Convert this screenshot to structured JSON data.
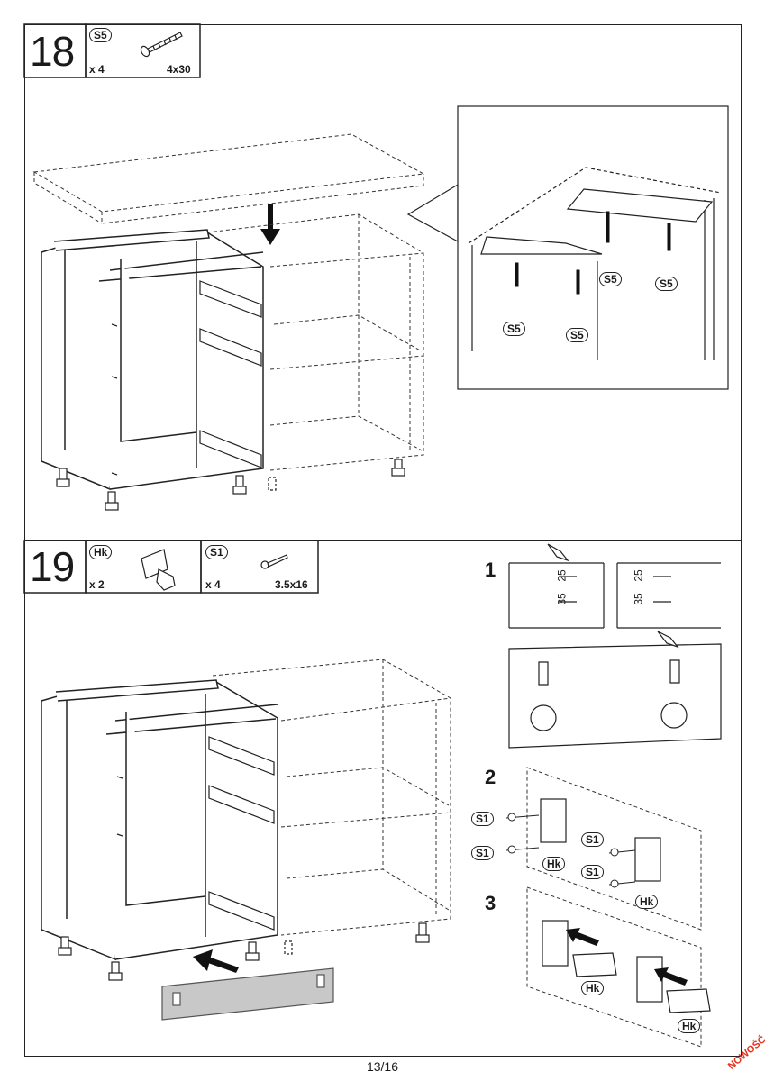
{
  "page": {
    "number": "13/16",
    "watermark": "NOWOŚĆ"
  },
  "step18": {
    "number": "18",
    "part": {
      "code": "S5",
      "quantity": "x 4",
      "size": "4x30"
    },
    "callouts": [
      "S5",
      "S5",
      "S5",
      "S5"
    ]
  },
  "step19": {
    "number": "19",
    "parts": [
      {
        "code": "Hk",
        "quantity": "x 2",
        "size": ""
      },
      {
        "code": "S1",
        "quantity": "x 4",
        "size": "3.5x16"
      }
    ],
    "substeps": [
      "1",
      "2",
      "3"
    ],
    "dims": {
      "left_a": "25",
      "left_b": "35",
      "right_a": "25",
      "right_b": "35"
    },
    "sub2_labels": [
      "S1",
      "S1",
      "S1",
      "S1",
      "Hk",
      "Hk"
    ],
    "sub3_labels": [
      "Hk",
      "Hk"
    ]
  }
}
